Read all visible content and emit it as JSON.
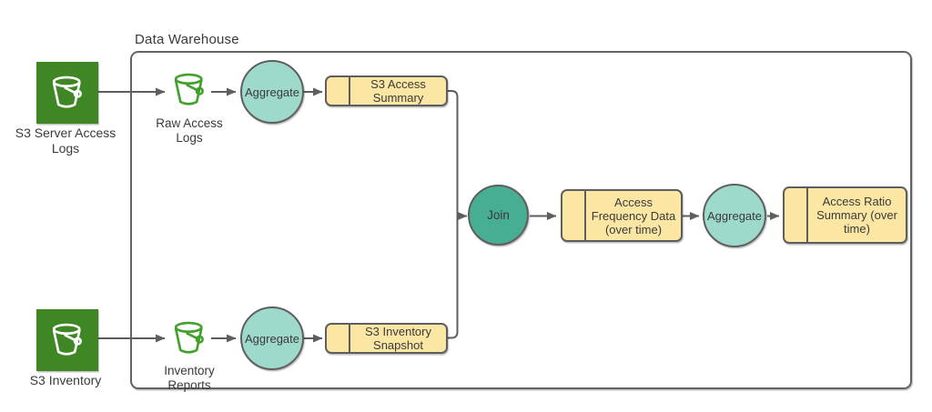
{
  "diagram": {
    "container": {
      "label": "Data Warehouse"
    },
    "nodes": {
      "s3_server_access_logs": {
        "label": "S3 Server Access Logs"
      },
      "raw_access_logs": {
        "label": "Raw Access Logs"
      },
      "aggregate_top": {
        "label": "Aggregate"
      },
      "s3_access_summary": {
        "label": "S3 Access Summary"
      },
      "join": {
        "label": "Join"
      },
      "access_frequency_data": {
        "label": "Access Frequency Data (over time)"
      },
      "aggregate_right": {
        "label": "Aggregate"
      },
      "access_ratio_summary": {
        "label": "Access Ratio Summary (over time)"
      },
      "s3_inventory": {
        "label": "S3 Inventory"
      },
      "inventory_reports": {
        "label": "Inventory Reports"
      },
      "aggregate_bottom": {
        "label": "Aggregate"
      },
      "s3_inventory_snapshot": {
        "label": "S3 Inventory Snapshot"
      }
    },
    "edges": [
      {
        "from": "s3_server_access_logs",
        "to": "raw_access_logs"
      },
      {
        "from": "raw_access_logs",
        "to": "aggregate_top"
      },
      {
        "from": "aggregate_top",
        "to": "s3_access_summary"
      },
      {
        "from": "s3_access_summary",
        "to": "join"
      },
      {
        "from": "s3_inventory",
        "to": "inventory_reports"
      },
      {
        "from": "inventory_reports",
        "to": "aggregate_bottom"
      },
      {
        "from": "aggregate_bottom",
        "to": "s3_inventory_snapshot"
      },
      {
        "from": "s3_inventory_snapshot",
        "to": "join"
      },
      {
        "from": "join",
        "to": "access_frequency_data"
      },
      {
        "from": "access_frequency_data",
        "to": "aggregate_right"
      },
      {
        "from": "aggregate_right",
        "to": "access_ratio_summary"
      }
    ],
    "colors": {
      "aws_green": "#3F8624",
      "bucket_outline_green": "#43A02C",
      "aggregate_fill": "#9EDACC",
      "join_fill": "#47AD93",
      "datastore_fill": "#FBE7A3",
      "stroke_gray": "#5E5E5E",
      "text_color": "#3A3A3A"
    }
  }
}
